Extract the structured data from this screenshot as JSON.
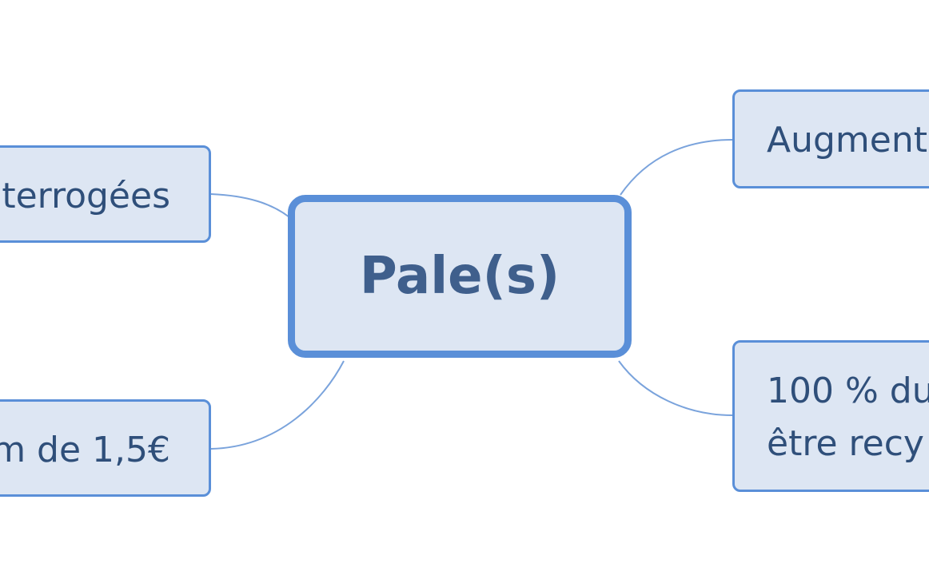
{
  "diagram": {
    "center": {
      "label": "Pale(s)"
    },
    "branches": {
      "left_top": "terrogées",
      "left_bottom": "m de 1,5€",
      "right_top": "Augment",
      "right_bottom_line1": "100 % du",
      "right_bottom_line2": "être recy"
    }
  },
  "colors": {
    "node_fill": "#dde6f3",
    "node_border": "#5a8fd8",
    "text": "#2f4f7a",
    "connector": "#7aa3dc"
  }
}
